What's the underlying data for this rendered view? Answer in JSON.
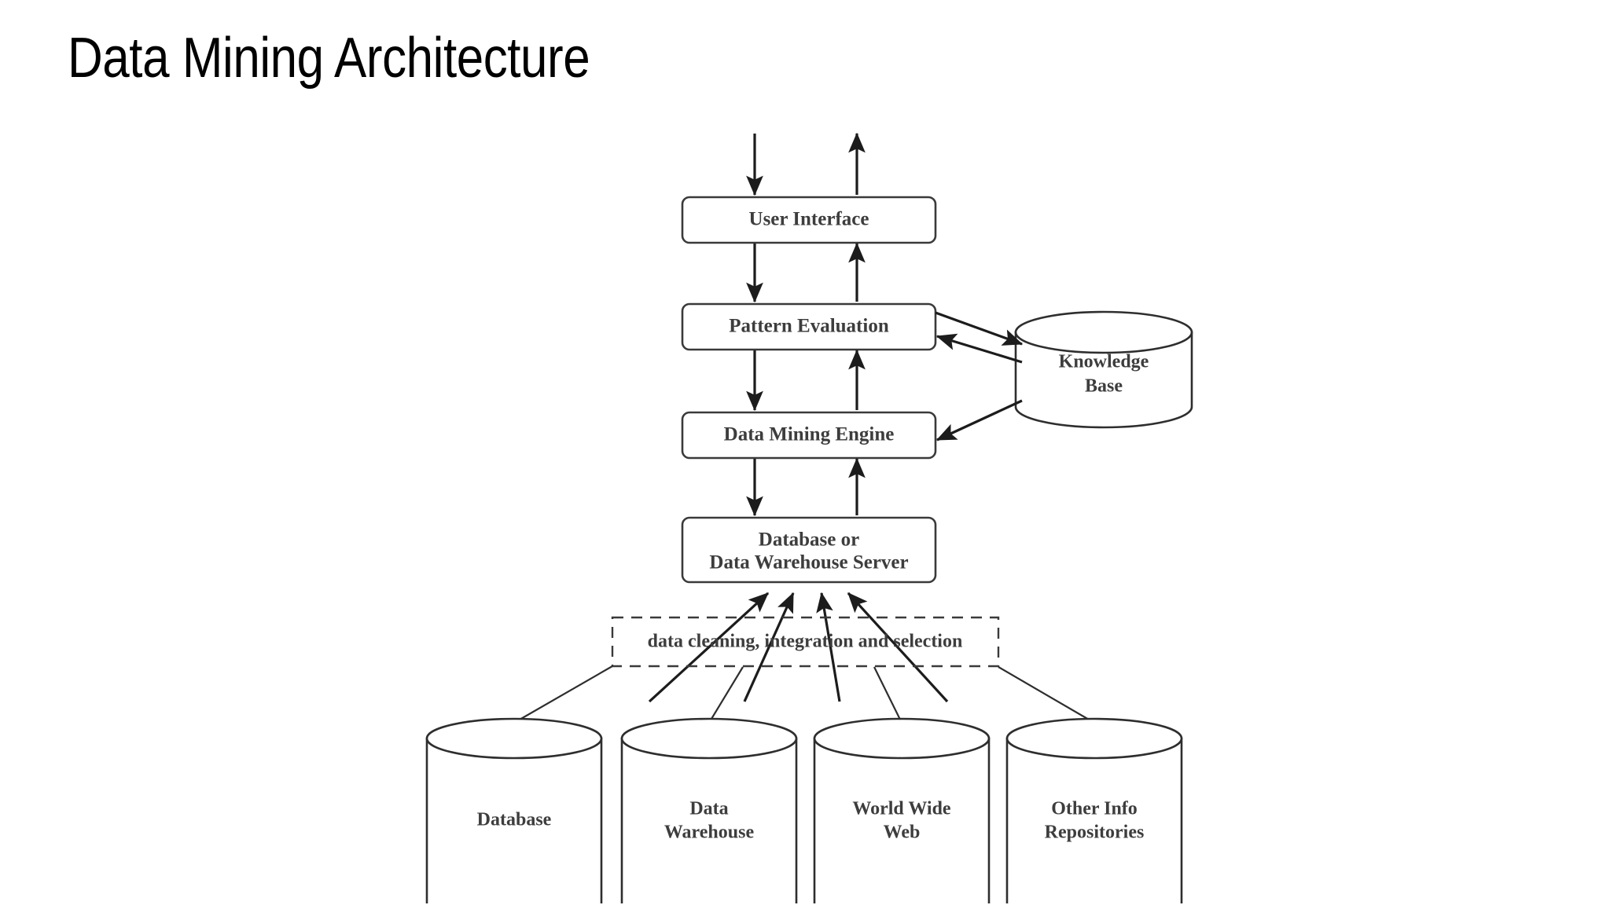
{
  "slide": {
    "title": "Data Mining Architecture",
    "background_color": "#ffffff",
    "text_color": "#000000"
  },
  "diagram": {
    "title": "Data Mining Architecture",
    "type": "block-flow-architecture",
    "line_color": "#3a3a3a",
    "label_color": "#3d3d3d",
    "nodes": {
      "user_interface": "User Interface",
      "pattern_evaluation": "Pattern Evaluation",
      "data_mining_engine": "Data Mining Engine",
      "server_line1": "Database or",
      "server_line2": "Data Warehouse Server",
      "knowledge_base_line1": "Knowledge",
      "knowledge_base_line2": "Base",
      "preprocess": "data cleaning, integration and selection",
      "source_database": "Database",
      "source_warehouse_line1": "Data",
      "source_warehouse_line2": "Warehouse",
      "source_web_line1": "World Wide",
      "source_web_line2": "Web",
      "source_other_line1": "Other Info",
      "source_other_line2": "Repositories"
    }
  },
  "chart_data": {
    "type": "diagram",
    "title": "Data Mining Architecture",
    "nodes": [
      {
        "id": "user_interface",
        "label": "User Interface",
        "shape": "rounded-rect",
        "layer": 1
      },
      {
        "id": "pattern_evaluation",
        "label": "Pattern Evaluation",
        "shape": "rounded-rect",
        "layer": 2
      },
      {
        "id": "data_mining_engine",
        "label": "Data Mining Engine",
        "shape": "rounded-rect",
        "layer": 3
      },
      {
        "id": "server",
        "label": "Database or Data Warehouse Server",
        "shape": "rounded-rect",
        "layer": 4
      },
      {
        "id": "knowledge_base",
        "label": "Knowledge Base",
        "shape": "cylinder",
        "layer": 2
      },
      {
        "id": "preprocess",
        "label": "data cleaning, integration and selection",
        "shape": "dashed-rect",
        "layer": 5
      },
      {
        "id": "source_database",
        "label": "Database",
        "shape": "cylinder",
        "layer": 6
      },
      {
        "id": "source_warehouse",
        "label": "Data Warehouse",
        "shape": "cylinder",
        "layer": 6
      },
      {
        "id": "source_web",
        "label": "World Wide Web",
        "shape": "cylinder",
        "layer": 6
      },
      {
        "id": "source_other",
        "label": "Other Info Repositories",
        "shape": "cylinder",
        "layer": 6
      }
    ],
    "edges": [
      {
        "from": "external",
        "to": "user_interface",
        "style": "arrow-down"
      },
      {
        "from": "user_interface",
        "to": "external",
        "style": "arrow-up"
      },
      {
        "from": "user_interface",
        "to": "pattern_evaluation",
        "style": "arrow-down"
      },
      {
        "from": "pattern_evaluation",
        "to": "user_interface",
        "style": "arrow-up"
      },
      {
        "from": "pattern_evaluation",
        "to": "data_mining_engine",
        "style": "arrow-down"
      },
      {
        "from": "data_mining_engine",
        "to": "pattern_evaluation",
        "style": "arrow-up"
      },
      {
        "from": "data_mining_engine",
        "to": "server",
        "style": "arrow-down"
      },
      {
        "from": "server",
        "to": "data_mining_engine",
        "style": "arrow-up"
      },
      {
        "from": "pattern_evaluation",
        "to": "knowledge_base",
        "style": "arrow"
      },
      {
        "from": "knowledge_base",
        "to": "pattern_evaluation",
        "style": "arrow"
      },
      {
        "from": "knowledge_base",
        "to": "data_mining_engine",
        "style": "arrow"
      },
      {
        "from": "preprocess",
        "to": "server",
        "style": "arrow",
        "count": 4
      },
      {
        "from": "source_database",
        "to": "preprocess",
        "style": "line"
      },
      {
        "from": "source_warehouse",
        "to": "preprocess",
        "style": "line"
      },
      {
        "from": "source_web",
        "to": "preprocess",
        "style": "line"
      },
      {
        "from": "source_other",
        "to": "preprocess",
        "style": "line"
      }
    ]
  }
}
